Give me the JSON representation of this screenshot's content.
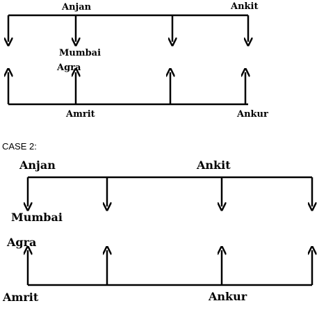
{
  "case1": {
    "top": [
      "Anjan",
      "Ankit"
    ],
    "middle": [
      "Mumbai",
      "Agra"
    ],
    "bottom": [
      "Amrit",
      "Ankur"
    ]
  },
  "case2": {
    "heading": "CASE 2:",
    "top": [
      "Anjan",
      "Ankit"
    ],
    "middle": [
      "Mumbai",
      "Agra"
    ],
    "bottom": [
      "Amrit",
      "Ankur"
    ]
  }
}
